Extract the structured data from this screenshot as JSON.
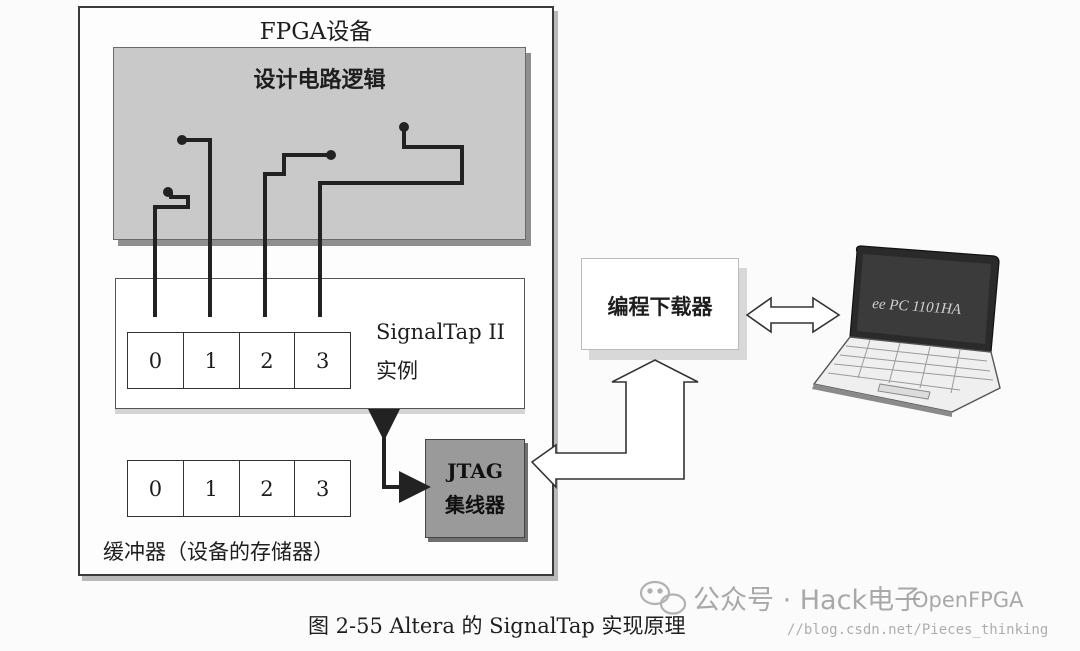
{
  "fpga_device": {
    "title": "FPGA设备"
  },
  "design_logic": {
    "title": "设计电路逻辑"
  },
  "signaltap_instance": {
    "label_line1": "SignalTap II",
    "label_line2": "实例",
    "cells": [
      "0",
      "1",
      "2",
      "3"
    ]
  },
  "buffer": {
    "label": "缓冲器（设备的存储器）",
    "cells": [
      "0",
      "1",
      "2",
      "3"
    ]
  },
  "jtag_hub": {
    "line1": "JTAG",
    "line2": "集线器"
  },
  "programmer": {
    "label": "编程下载器"
  },
  "laptop": {
    "screen_text": "ee PC 1101HA"
  },
  "caption": "图 2-55   Altera 的 SignalTap 实现原理",
  "watermark": {
    "main": "公众号 · Hack电子",
    "open": "OpenFPGA",
    "url": "//blog.csdn.net/Pieces_thinking"
  },
  "colors": {
    "outline": "#3a3a3a",
    "logic_fill": "#c9c9c9",
    "jtag_fill": "#9a9a9a",
    "arrow_fill": "#ffffff",
    "watermark": "#9a9a9a"
  },
  "icons": [
    "double-arrow-icon",
    "laptop-icon",
    "wechat-icon"
  ]
}
